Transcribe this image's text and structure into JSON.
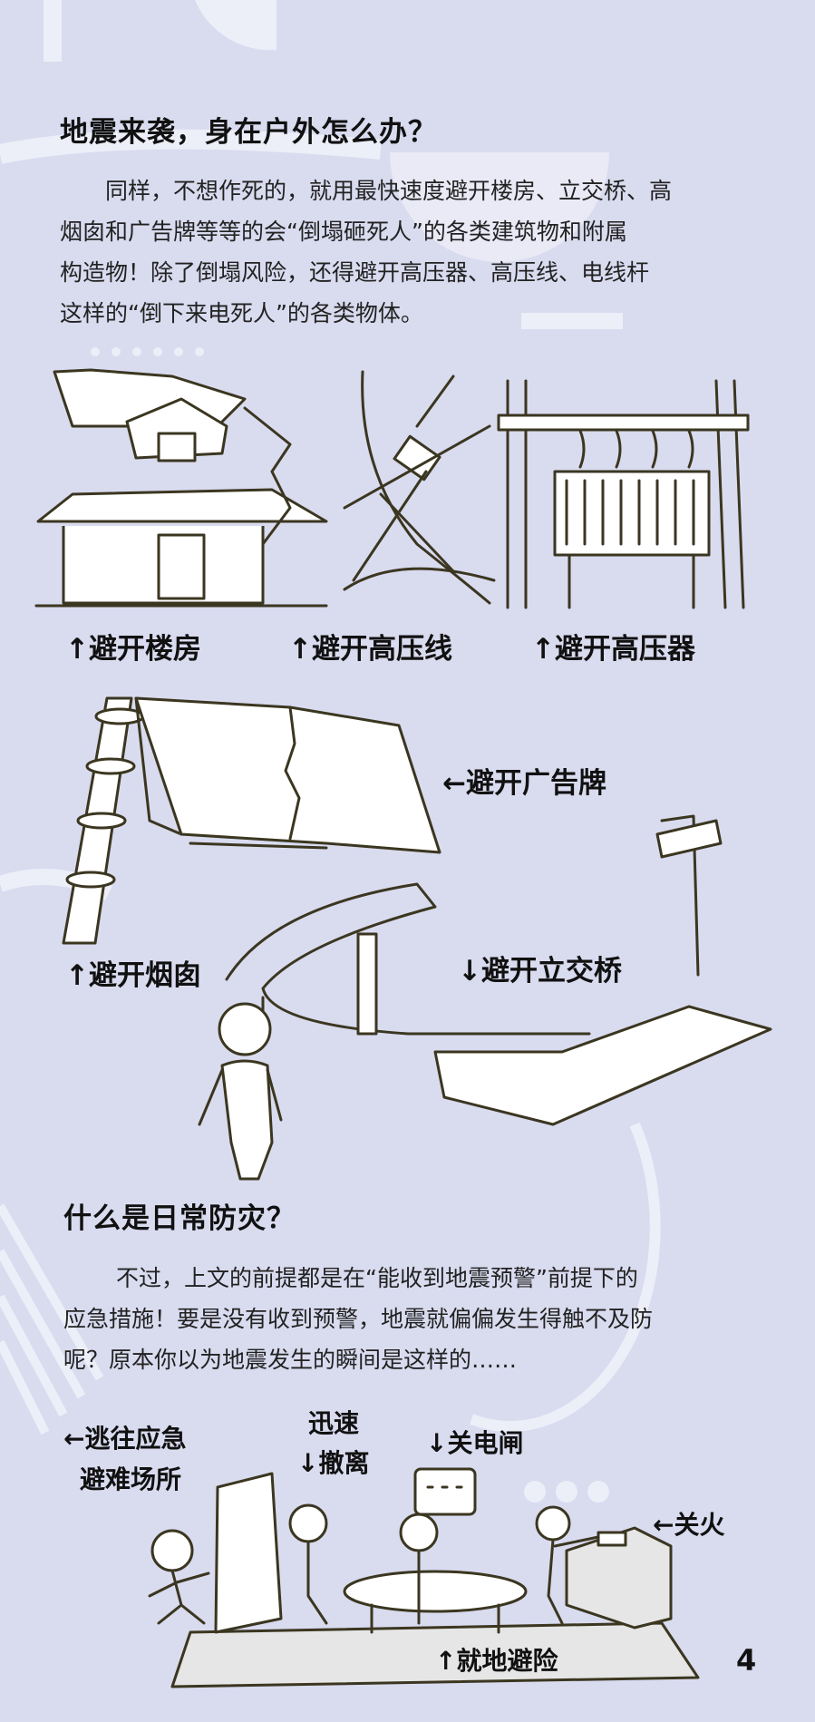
{
  "section1": {
    "heading": "地震来袭，身在户外怎么办？",
    "body_lines": [
      "同样，不想作死的，就用最快速度避开楼房、立交桥、高",
      "烟囱和广告牌等等的会“倒塌砸死人”的各类建筑物和附属",
      "构造物！除了倒塌风险，还得避开高压器、高压线、电线杆",
      "这样的“倒下来电死人”的各类物体。"
    ],
    "labels": {
      "building": "↑避开楼房",
      "power_line": "↑避开高压线",
      "transformer": "↑避开高压器",
      "billboard": "←避开广告牌",
      "chimney": "↑避开烟囱",
      "overpass": "↓避开立交桥"
    }
  },
  "section2": {
    "heading": "什么是日常防灾？",
    "body_lines": [
      "不过，上文的前提都是在“能收到地震预警”前提下的",
      "应急措施！要是没有收到预警，地震就偏偏发生得触不及防",
      "呢？原本你以为地震发生的瞬间是这样的……"
    ],
    "labels": {
      "escape_1": "←逃往应急",
      "escape_2": "避难场所",
      "evacuate_1": "迅速",
      "evacuate_2": "↓撤离",
      "power_switch": "↓关电闸",
      "fire": "←关火",
      "shelter": "↑就地避险"
    }
  },
  "page_number": "4",
  "colors": {
    "background": "#d9dbef",
    "decor": "#eceef8",
    "ink": "#3b3620"
  }
}
